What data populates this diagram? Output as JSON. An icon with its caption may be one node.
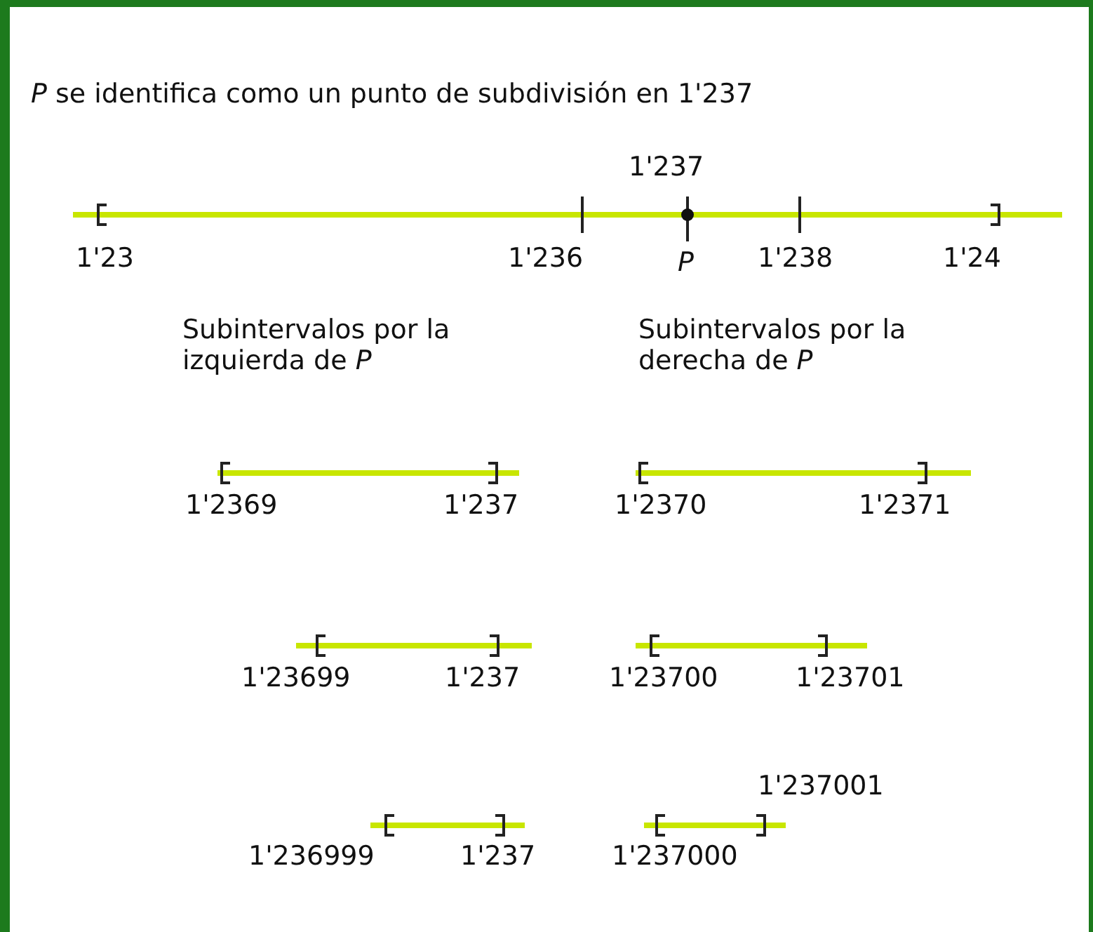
{
  "diagram": {
    "title": "*P* se identifica como un punto de subdivisión en 1'237",
    "labels": [
      "1'237",
      "1'23",
      "1'236",
      "P",
      "1'238",
      "1'24",
      "Subintervalos por la izquierda de *P*",
      "Subintervalos por la derecha de *P*",
      "1'2369",
      "1'237",
      "1'2370",
      "1'2371",
      "1'23699",
      "1'237",
      "1'23700",
      "1'23701",
      "1'237001",
      "1'236999",
      "1'237",
      "1'237000"
    ]
  }
}
